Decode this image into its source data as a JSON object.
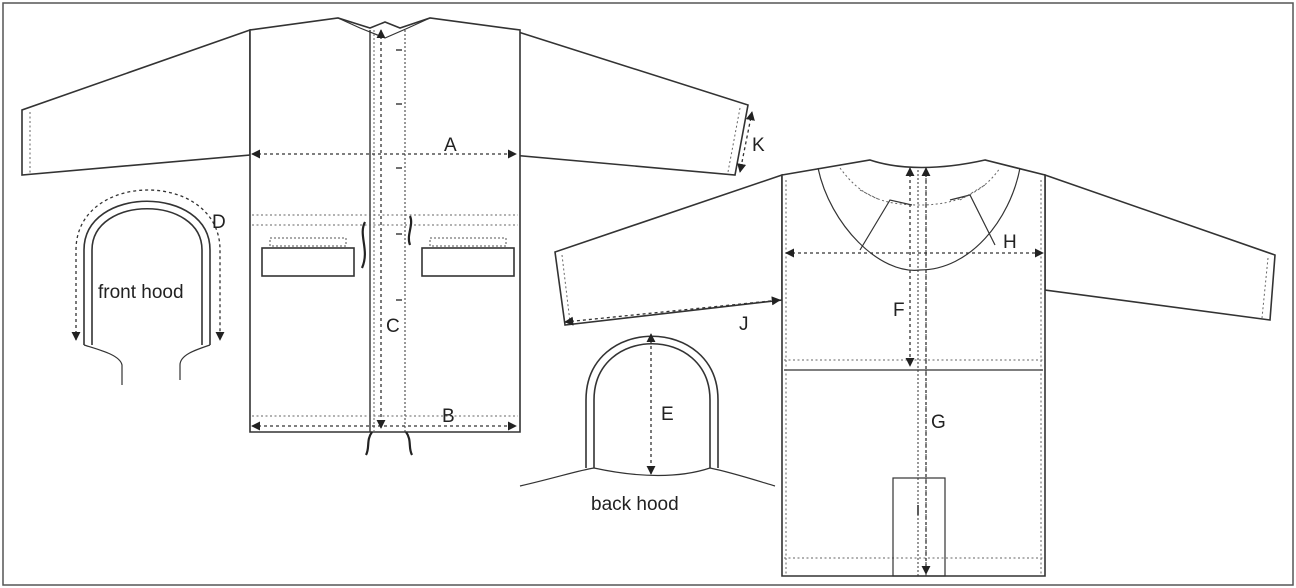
{
  "labels": {
    "A": "A",
    "B": "B",
    "C": "C",
    "D": "D",
    "E": "E",
    "F": "F",
    "G": "G",
    "H": "H",
    "J": "J",
    "K": "K"
  },
  "captions": {
    "front_hood": "front hood",
    "back_hood": "back hood"
  },
  "colors": {
    "line": "#333333",
    "frame": "#555555",
    "background": "#ffffff"
  }
}
